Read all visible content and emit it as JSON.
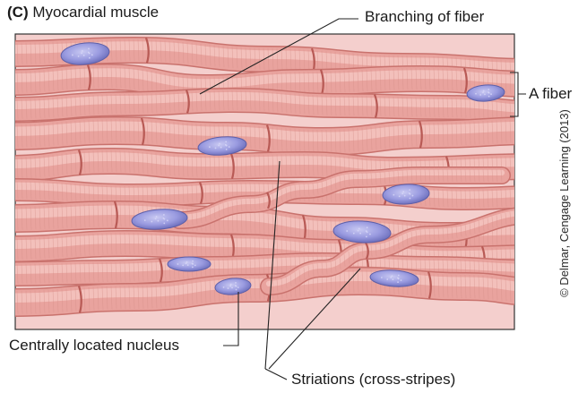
{
  "figure": {
    "panel_letter": "(C)",
    "title": "Myocardial muscle",
    "credit": "© Delmar, Cengage Learning (2013)"
  },
  "labels": {
    "branching": "Branching of fiber",
    "a_fiber": "A fiber",
    "nucleus": "Centrally located nucleus",
    "striations": "Striations (cross-stripes)"
  },
  "colors": {
    "background_tissue": "#f4cfcd",
    "fiber_fill": "#e9a39e",
    "fiber_highlight": "#f5c9c4",
    "fiber_edge": "#c9726d",
    "disc": "#b85a55",
    "nucleus": "#8f8fd6",
    "nucleus_edge": "#5d5fa8"
  }
}
